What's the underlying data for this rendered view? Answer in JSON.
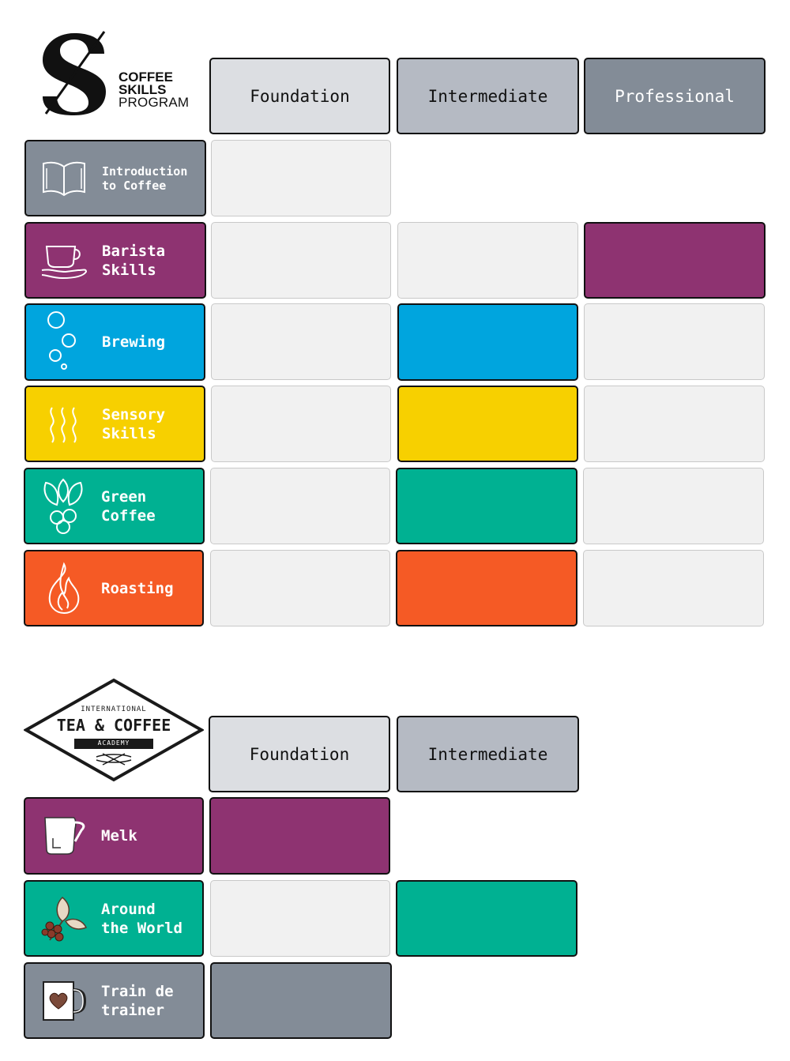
{
  "coffee_skills_program": {
    "logo": {
      "line1": "COFFEE",
      "line2": "SKILLS",
      "line3": "PROGRAM"
    },
    "levels": {
      "foundation": "Foundation",
      "intermediate": "Intermediate",
      "professional": "Professional"
    },
    "modules": [
      {
        "label": "Introduction\nto Coffee",
        "icon": "book-icon",
        "color": "#838c97",
        "foundation": "available",
        "intermediate": "none",
        "professional": "none"
      },
      {
        "label": "Barista\nSkills",
        "icon": "cup-hand-icon",
        "color": "#8e3371",
        "foundation": "available",
        "intermediate": "available",
        "professional": "selected"
      },
      {
        "label": "Brewing",
        "icon": "bubbles-icon",
        "color": "#00a5de",
        "foundation": "available",
        "intermediate": "selected",
        "professional": "available"
      },
      {
        "label": "Sensory\nSkills",
        "icon": "aroma-icon",
        "color": "#f7d000",
        "foundation": "available",
        "intermediate": "selected",
        "professional": "available"
      },
      {
        "label": "Green\nCoffee",
        "icon": "coffee-plant-icon",
        "color": "#00b192",
        "foundation": "available",
        "intermediate": "selected",
        "professional": "available"
      },
      {
        "label": "Roasting",
        "icon": "flame-icon",
        "color": "#f55a25",
        "foundation": "available",
        "intermediate": "selected",
        "professional": "available"
      }
    ]
  },
  "itca": {
    "logo": {
      "top": "INTERNATIONAL",
      "main": "TEA & COFFEE",
      "band": "ACADEMY"
    },
    "levels": {
      "foundation": "Foundation",
      "intermediate": "Intermediate"
    },
    "modules": [
      {
        "label": "Melk",
        "icon": "milk-pitcher-icon",
        "color": "#8e3371",
        "foundation": "selected",
        "intermediate": "none"
      },
      {
        "label": "Around\nthe World",
        "icon": "coffee-branch-icon",
        "color": "#00b192",
        "foundation": "available",
        "intermediate": "selected"
      },
      {
        "label": "Train de\ntrainer",
        "icon": "heart-mug-icon",
        "color": "#838c97",
        "foundation": "selected",
        "intermediate": "none"
      }
    ]
  }
}
